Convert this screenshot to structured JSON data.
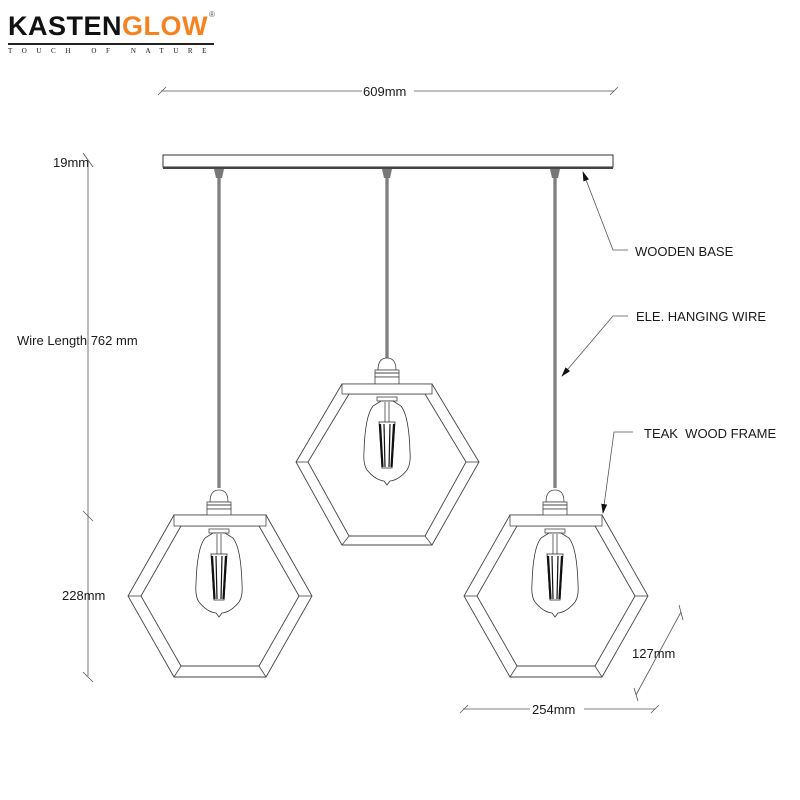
{
  "brand": {
    "name_part1": "KASTEN",
    "name_part2": "GLOW",
    "registered": "®",
    "tagline": "TOUCH OF NATURE",
    "colors": {
      "dark": "#111111",
      "accent": "#f5821f"
    }
  },
  "dimensions": {
    "total_width": "609mm",
    "base_thickness": "19mm",
    "wire_length": "Wire Length 762 mm",
    "frame_height": "228mm",
    "frame_width": "254mm",
    "frame_side": "127mm"
  },
  "callouts": {
    "wooden_base": "WOODEN BASE",
    "hanging_wire": "ELE. HANGING WIRE",
    "wood_frame": "TEAK  WOOD FRAME"
  },
  "pendants": [
    {
      "id": "left",
      "shape": "hexagon",
      "bulb": "edison-filament"
    },
    {
      "id": "center",
      "shape": "hexagon",
      "bulb": "edison-filament"
    },
    {
      "id": "right",
      "shape": "hexagon",
      "bulb": "edison-filament"
    }
  ]
}
